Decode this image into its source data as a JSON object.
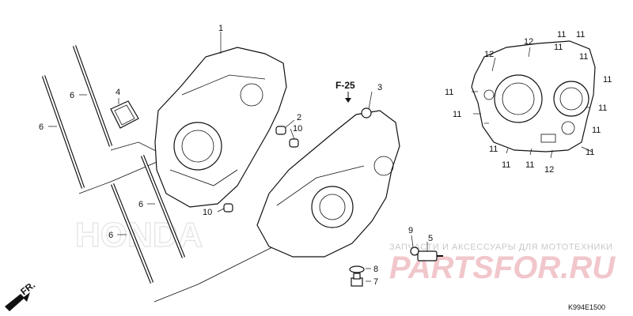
{
  "diagram": {
    "section_ref": "F-25",
    "direction_label": "FR.",
    "figure_code": "K994E1500",
    "callouts": [
      {
        "id": "c1",
        "text": "1"
      },
      {
        "id": "c2",
        "text": "2"
      },
      {
        "id": "c3",
        "text": "3"
      },
      {
        "id": "c4",
        "text": "4"
      },
      {
        "id": "c5",
        "text": "5"
      },
      {
        "id": "c6a",
        "text": "6"
      },
      {
        "id": "c6b",
        "text": "6"
      },
      {
        "id": "c6c",
        "text": "6"
      },
      {
        "id": "c6d",
        "text": "6"
      },
      {
        "id": "c7",
        "text": "7"
      },
      {
        "id": "c8",
        "text": "8"
      },
      {
        "id": "c9",
        "text": "9"
      },
      {
        "id": "c10a",
        "text": "10"
      },
      {
        "id": "c10b",
        "text": "10"
      },
      {
        "id": "c11a",
        "text": "11"
      },
      {
        "id": "c11b",
        "text": "11"
      },
      {
        "id": "c11c",
        "text": "11"
      },
      {
        "id": "c11d",
        "text": "11"
      },
      {
        "id": "c11e",
        "text": "11"
      },
      {
        "id": "c11f",
        "text": "11"
      },
      {
        "id": "c11g",
        "text": "11"
      },
      {
        "id": "c11h",
        "text": "11"
      },
      {
        "id": "c11i",
        "text": "11"
      },
      {
        "id": "c11j",
        "text": "11"
      },
      {
        "id": "c11k",
        "text": "11"
      },
      {
        "id": "c11l",
        "text": "11"
      },
      {
        "id": "c11m",
        "text": "11"
      },
      {
        "id": "c12a",
        "text": "12"
      },
      {
        "id": "c12b",
        "text": "12"
      },
      {
        "id": "c12c",
        "text": "12"
      }
    ]
  },
  "watermark": {
    "tagline": "ЗАПЧАСТИ И АКСЕССУАРЫ ДЛЯ МОТОТЕХНИКИ",
    "logo_text": "PARTSFOR.RU",
    "brand": "HONDA"
  },
  "colors": {
    "line": "#111111",
    "watermark_logo": "#f1c7cc",
    "watermark_text": "#c9c9c9"
  }
}
